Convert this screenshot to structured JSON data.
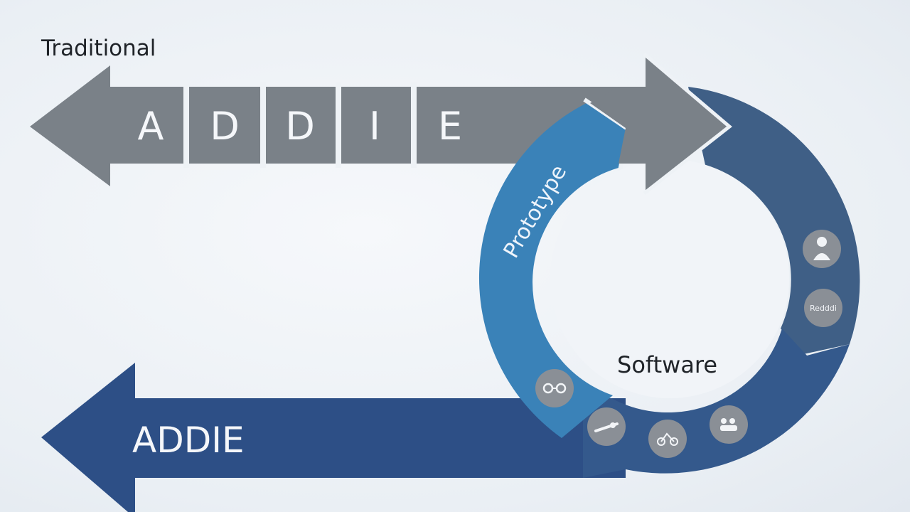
{
  "title": "Traditional",
  "traditional_addie": {
    "letters": [
      "A",
      "D",
      "D",
      "I",
      "E"
    ]
  },
  "bottom_arrow": {
    "label": "ADDIE"
  },
  "cycle": {
    "prototype_label": "Prototype",
    "software_label": "Software",
    "icon_label": "Redddi",
    "icons": [
      "person-icon",
      "badge-icon",
      "eyeglasses-icon",
      "tools-icon",
      "bicycle-icon",
      "group-icon"
    ]
  },
  "colors": {
    "gray_arrow": "#7a8188",
    "navy_arrow": "#2d4f86",
    "ring_dark": "#3f5f86",
    "ring_blue": "#3a82b8",
    "icon_circle": "#8a8f96",
    "background": "#eef2f6"
  }
}
